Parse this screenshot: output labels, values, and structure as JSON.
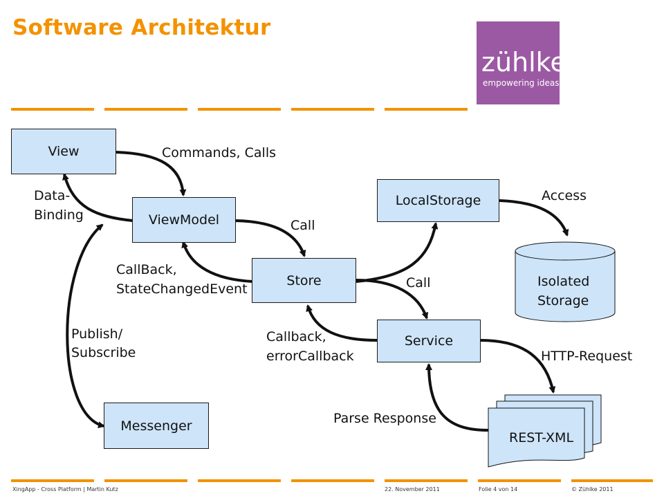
{
  "title": "Software Architektur",
  "logo": {
    "word": "zühlke",
    "tagline": "empowering ideas"
  },
  "nodes": {
    "view": "View",
    "viewmodel": "ViewModel",
    "store": "Store",
    "localstorage": "LocalStorage",
    "service": "Service",
    "messenger": "Messenger",
    "isolated_storage_line1": "Isolated",
    "isolated_storage_line2": "Storage",
    "rest_xml": "REST-XML"
  },
  "edges": {
    "commands_calls": "Commands, Calls",
    "data_binding_line1": "Data-",
    "data_binding_line2": "Binding",
    "call_store": "Call",
    "callback_line1": "CallBack,",
    "callback_line2": "StateChangedEvent",
    "access": "Access",
    "call_service": "Call",
    "publish_line1": "Publish/",
    "publish_line2": "Subscribe",
    "callback2_line1": "Callback,",
    "callback2_line2": "errorCallback",
    "http_request": "HTTP-Request",
    "parse_response": "Parse Response"
  },
  "footer": {
    "left": "XingApp - Cross Platform | Martin Kutz",
    "date": "22. November 2011",
    "page": "Folie 4 von 14",
    "copyright": "© Zühlke 2011"
  },
  "colors": {
    "accent": "#f39200",
    "box_fill": "#cde4f9",
    "logo_bg": "#9b59a3"
  }
}
